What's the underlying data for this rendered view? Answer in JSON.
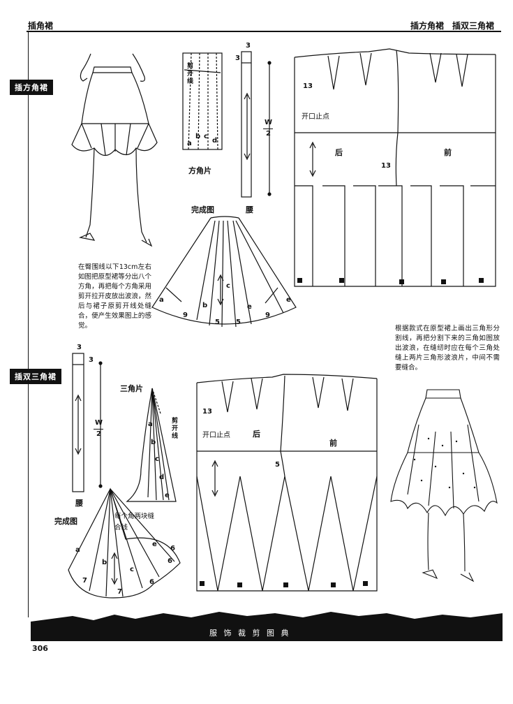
{
  "header": {
    "left_title": "插角裙",
    "right_title": "插方角裙　插双三角裙"
  },
  "section_tags": {
    "square": "插方角裙",
    "triangle": "插双三角裙"
  },
  "square_section": {
    "piece_title": "方角片",
    "waist_label": "腰",
    "finished_label": "完成图",
    "cut_line_label": "剪开线",
    "piece_letters": [
      "a",
      "b",
      "c",
      "d"
    ],
    "waist_dim_top": "3",
    "waist_dim_side": "3",
    "waist_formula_num": "W",
    "waist_formula_den": "2",
    "finished_letters": [
      "a",
      "b",
      "c",
      "e",
      "e"
    ],
    "finished_numbers": [
      "9",
      "5",
      "5",
      "9"
    ],
    "pattern_labels": {
      "depth": "13",
      "opening": "开口止点",
      "back": "后",
      "front": "前",
      "side": "13"
    },
    "description": "在臀围线以下13cm左右如图把原型裙等分出八个方角，再把每个方角采用剪开拉开皮放出波浪，然后与裙子原剪开线处缝合，便产生效果图上的感觉。"
  },
  "triangle_section": {
    "piece_title": "三角片",
    "waist_label": "腰",
    "finished_label": "完成图",
    "cut_line_label": "剪开线",
    "piece_letters": [
      "a",
      "b",
      "c",
      "d",
      "e"
    ],
    "waist_dim_top": "3",
    "waist_dim_side": "3",
    "waist_formula_num": "W",
    "waist_formula_den": "2",
    "seam_note": "每个角两块缝合线",
    "finished_letters": [
      "a",
      "b",
      "c",
      "e"
    ],
    "finished_numbers": [
      "7",
      "7",
      "6",
      "6",
      "6"
    ],
    "pattern_labels": {
      "depth": "13",
      "opening": "开口止点",
      "back": "后",
      "front": "前",
      "side": "5"
    },
    "description": "根据款式在原型裙上画出三角形分割线，再把分割下来的三角如图放出波浪，在缝纫时应在每个三角处缝上两片三角形波浪片，中间不需要缝合。"
  },
  "footer": {
    "book_title": "服 饰 裁 剪 图 典",
    "page_number": "306"
  },
  "colors": {
    "ink": "#111111",
    "paper": "#ffffff"
  }
}
